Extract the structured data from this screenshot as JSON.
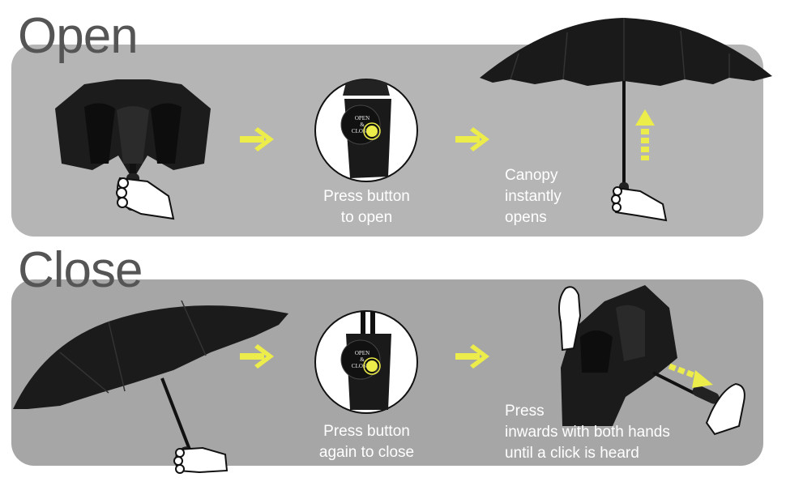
{
  "open_section": {
    "title": "Open",
    "steps": [
      {
        "illustration": "folded-inverted-umbrella-held-in-hand"
      },
      {
        "illustration": "handle-open-close-button",
        "button_label_line1": "OPEN",
        "button_label_line2": "&",
        "button_label_line3": "CLOSE",
        "caption_line1": "Press button",
        "caption_line2": "to open"
      },
      {
        "illustration": "open-umbrella-held-in-hand",
        "caption_line1": "Canopy",
        "caption_line2": "instantly",
        "caption_line3": "opens"
      }
    ]
  },
  "close_section": {
    "title": "Close",
    "steps": [
      {
        "illustration": "open-umbrella-tilted-held-in-hand"
      },
      {
        "illustration": "handle-open-close-button",
        "button_label_line1": "OPEN",
        "button_label_line2": "&",
        "button_label_line3": "CLOSE",
        "caption_line1": "Press button",
        "caption_line2": "again to close"
      },
      {
        "illustration": "umbrella-pressed-closed-with-both-hands",
        "caption_line1": "Press",
        "caption_line2": "inwards with both hands",
        "caption_line3": "until a click is heard"
      }
    ]
  },
  "colors": {
    "accent_yellow": "#ecec4a",
    "panel_open": "#b5b5b5",
    "panel_close": "#a6a6a6",
    "title": "#555555",
    "caption": "#ffffff"
  }
}
